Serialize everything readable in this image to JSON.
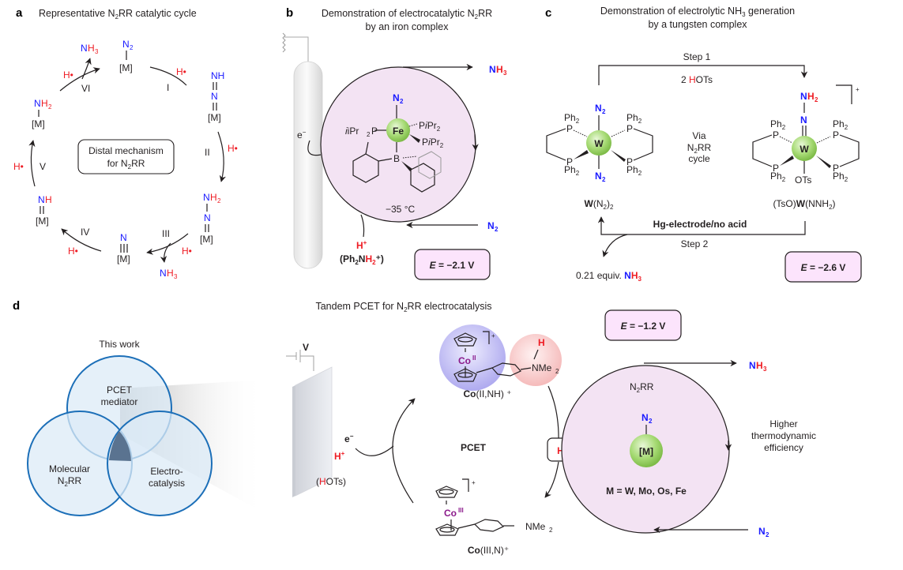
{
  "panels": {
    "a": {
      "label": "a",
      "title_pre": "Representative N",
      "title_sub": "2",
      "title_post": "RR catalytic cycle",
      "center_box_line1": "Distal mechanism",
      "center_box_line2_pre": "for N",
      "center_box_line2_sub": "2",
      "center_box_line2_post": "RR",
      "metal": "[M]",
      "steps": [
        "I",
        "II",
        "III",
        "IV",
        "V",
        "VI"
      ],
      "h_atom": "H•",
      "product": {
        "n": "N",
        "h": "H",
        "sub": "3"
      },
      "species": {
        "n2": {
          "n": "N",
          "sub": "2"
        },
        "nnh": {
          "top": "NH",
          "mid": "N"
        },
        "nnh2": {
          "top_n": "N",
          "top_h": "H",
          "sub": "2",
          "mid": "N"
        },
        "n": "N",
        "nh": {
          "n": "N",
          "h": "H"
        },
        "nh2": {
          "n": "N",
          "h": "H",
          "sub": "2"
        }
      }
    },
    "b": {
      "label": "b",
      "title_line1_pre": "Demonstration of electrocatalytic N",
      "title_line1_sub": "2",
      "title_line1_post": "RR",
      "title_line2": "by an iron complex",
      "electron": "e",
      "electron_sup": "−",
      "metal": "Fe",
      "ligand_n2": {
        "n": "N",
        "sub": "2"
      },
      "ligand_p_left": {
        "pre": "iPr",
        "sub": "2",
        "post": "P"
      },
      "ligand_p_right1": {
        "pre": "P",
        "i": "i",
        "post": "Pr",
        "sub": "2"
      },
      "ligand_p_right2": {
        "pre": "P",
        "i": "i",
        "post": "Pr",
        "sub": "2"
      },
      "boron": "B",
      "temperature": "−35 °C",
      "product": {
        "n": "N",
        "h": "H",
        "sub": "3"
      },
      "reactant": {
        "n": "N",
        "sub": "2"
      },
      "proton": {
        "h": "H",
        "sup": "+"
      },
      "acid": {
        "pre": "(Ph",
        "sub1": "2",
        "mid": "N",
        "h": "H",
        "sub2": "2",
        "post": "⁺)"
      },
      "potential": {
        "e": "E",
        "value": " = −2.1 V"
      }
    },
    "c": {
      "label": "c",
      "title_line1_pre": "Demonstration of electrolytic NH",
      "title_line1_sub": "3",
      "title_line1_post": " generation",
      "title_line2": "by a tungsten complex",
      "step1": "Step 1",
      "step1_reagent": {
        "pre": "2 ",
        "h": "H",
        "post": "OTs"
      },
      "step2": "Step 2",
      "step2_condition": "Hg-electrode/no acid",
      "metal": "W",
      "phosphine": {
        "pre": "Ph",
        "sub": "2"
      },
      "p": "P",
      "via_line1": "Via",
      "via_line2_pre": "N",
      "via_line2_sub": "2",
      "via_line2_post": "RR",
      "via_line3": "cycle",
      "complex1": {
        "bold": "W",
        "post": "(N",
        "sub": "2",
        "post2": ")",
        "sub2": "2"
      },
      "complex2": {
        "pre": "(TsO)",
        "bold": "W",
        "post": "(NNH",
        "sub": "2",
        "post2": ")"
      },
      "nnh2_top": {
        "n": "N",
        "h": "H",
        "sub": "2"
      },
      "nnh2_mid": "N",
      "ots": "OTs",
      "charge": "+",
      "ligand_n2": {
        "n": "N",
        "sub": "2"
      },
      "yield": {
        "pre": "0.21 equiv. ",
        "n": "N",
        "h": "H",
        "sub": "3"
      },
      "potential": {
        "e": "E",
        "value": " = −2.6 V"
      }
    },
    "d": {
      "label": "d",
      "title_pre": "Tandem PCET for N",
      "title_sub": "2",
      "title_post": "RR electrocatalysis",
      "venn": {
        "heading": "This work",
        "circle_top": [
          "PCET",
          "mediator"
        ],
        "circle_left": {
          "line1": "Molecular",
          "line2_pre": "N",
          "line2_sub": "2",
          "line2_post": "RR"
        },
        "circle_right": [
          "Electro-",
          "catalysis"
        ]
      },
      "voltage": "V",
      "electron": "e",
      "electron_sup": "−",
      "proton": {
        "h": "H",
        "sup": "+"
      },
      "acid": {
        "pre": "(",
        "h": "H",
        "post": "OTs)"
      },
      "co2": {
        "co": "Co",
        "sup": "II"
      },
      "co3": {
        "co": "Co",
        "sup": "III"
      },
      "nme2": {
        "pre": "NMe",
        "sub": "2"
      },
      "nh_h": "H",
      "charge": "+",
      "complex_top": {
        "bold": "Co",
        "post": "(II,NH) ⁺"
      },
      "complex_bottom": {
        "bold": "Co",
        "post": "(III,N)⁺"
      },
      "pcet": "PCET",
      "h_atom": "H•",
      "potential": {
        "e": "E",
        "value": " = −1.2 V"
      },
      "n2rr": {
        "pre": "N",
        "sub": "2",
        "post": "RR"
      },
      "catalyst_n2": {
        "n": "N",
        "sub": "2"
      },
      "metal": "[M]",
      "metals_list": "M = W, Mo, Os, Fe",
      "product": {
        "n": "N",
        "h": "H",
        "sub": "3"
      },
      "reactant": {
        "n": "N",
        "sub": "2"
      },
      "efficiency": [
        "Higher",
        "thermodynamic",
        "efficiency"
      ]
    }
  },
  "colors": {
    "nitrogen": "#1a1aff",
    "hydrogen": "#ee1c24",
    "cobalt": "#8b1a8b",
    "cycle_fill": "#f3e3f3",
    "potential_box": "#fce4fc",
    "metal_sphere": "#8fce5a",
    "venn_stroke": "#1c6fb8",
    "venn_fill": "#dcebf7",
    "cobaltocene_sphere": "#b9b5f0",
    "amine_sphere": "#f8c8c8"
  }
}
